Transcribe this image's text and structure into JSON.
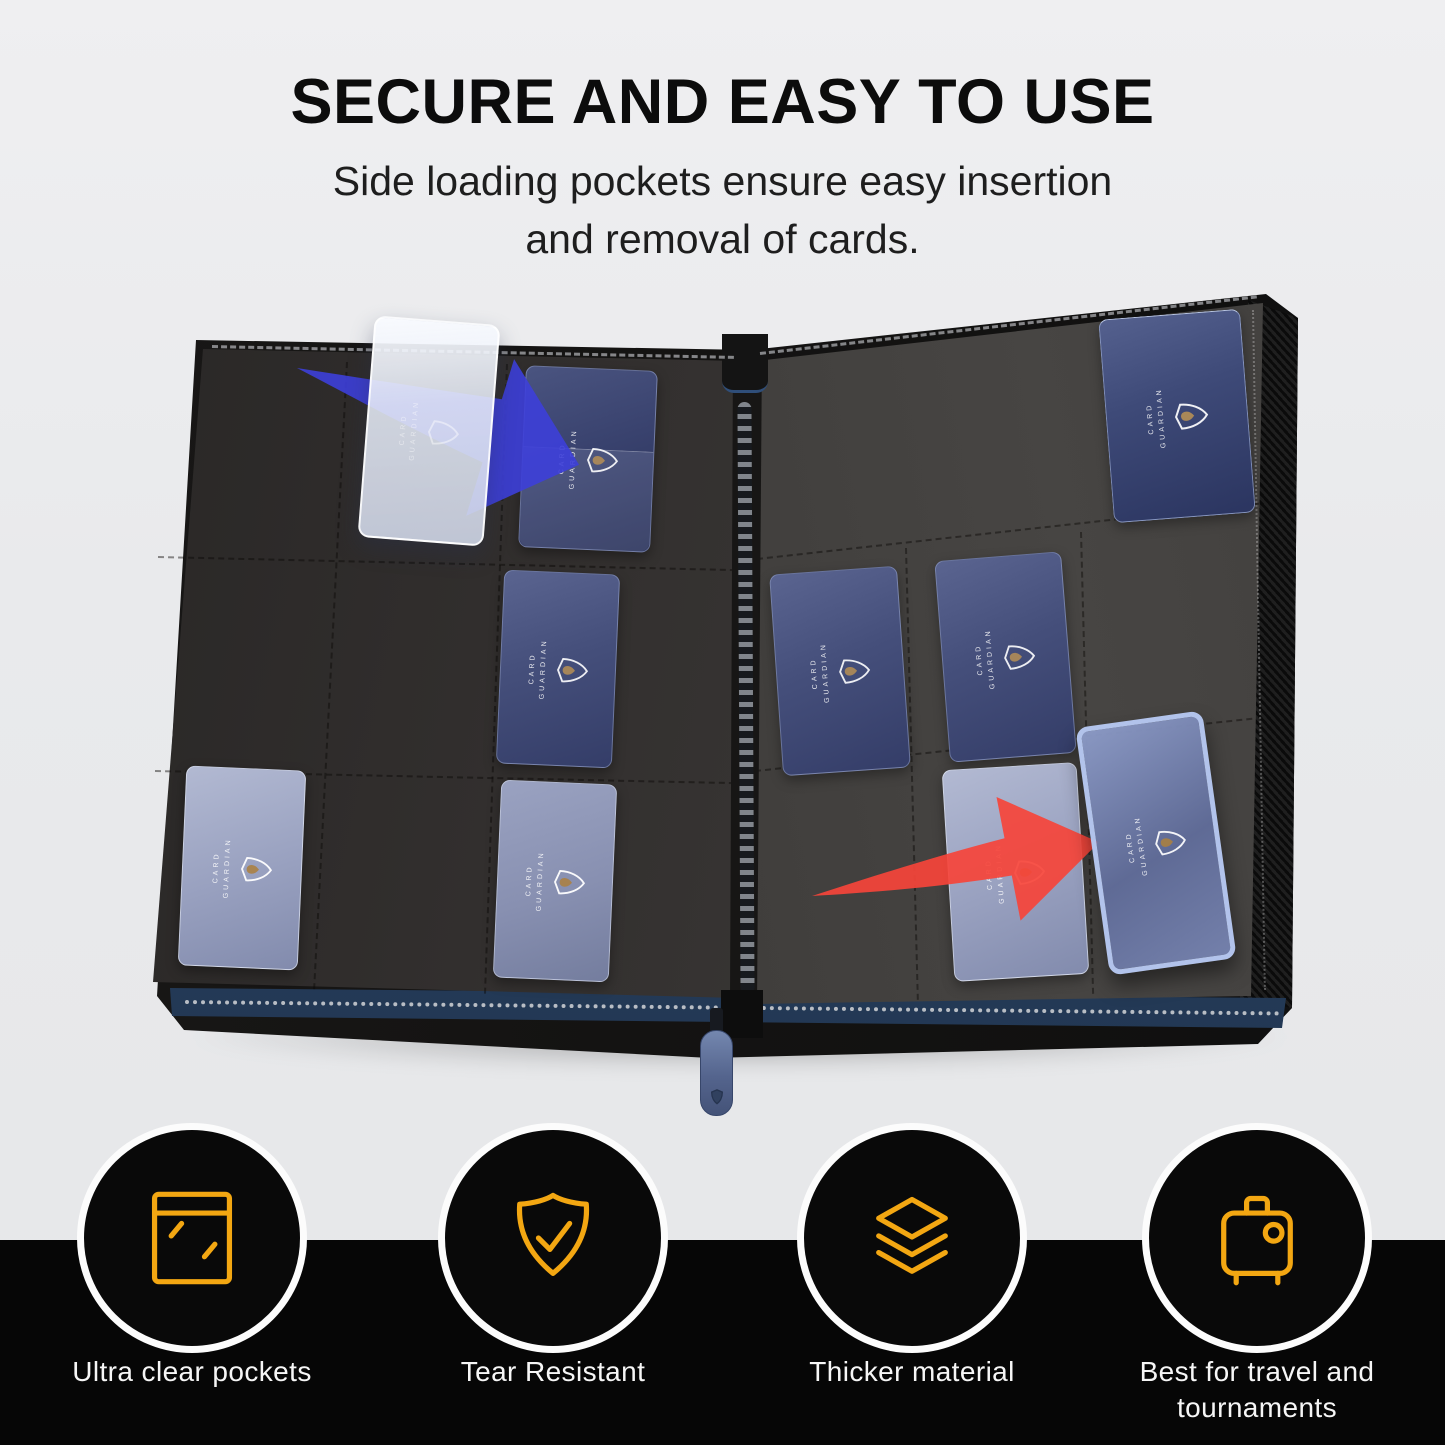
{
  "header": {
    "title": "SECURE AND EASY TO USE",
    "subtitle_line1": "Side loading pockets ensure easy insertion",
    "subtitle_line2": "and removal of cards."
  },
  "product": {
    "name": "zippered card binder, open with side-loading pockets",
    "brand": {
      "word1": "CARD",
      "word2": "GUARDIAN"
    },
    "cards_visible": 10,
    "annotations": {
      "insert_arrow_color": "#3d3fd9",
      "remove_arrow_color": "#f6443a"
    },
    "colors": {
      "shell_black": "#141312",
      "page_gray": "#3c3a38",
      "card_navy": "#39426e",
      "card_light": "#98a0bf",
      "edge_navy": "#2c4563",
      "zipper_pull_blue": "#54648d"
    }
  },
  "features": [
    {
      "icon": "pocket-icon",
      "label": "Ultra clear pockets"
    },
    {
      "icon": "shield-check-icon",
      "label": "Tear Resistant"
    },
    {
      "icon": "layers-icon",
      "label": "Thicker material"
    },
    {
      "icon": "suitcase-icon",
      "label": "Best for travel and tournaments",
      "lines": [
        "Best for travel and",
        "tournaments"
      ]
    }
  ],
  "accent": {
    "icon_color": "#F3A712",
    "circle_ring": "#fcfcfc",
    "circle_fill": "#090909",
    "band_color": "#060606",
    "label_color": "#f6f6f6",
    "background": "#e9eaec"
  }
}
